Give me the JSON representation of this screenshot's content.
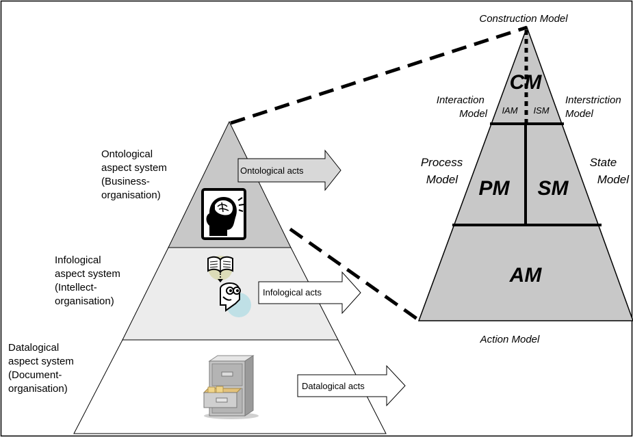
{
  "left_pyramid": {
    "ontological": {
      "lines": [
        "Ontological",
        "aspect system",
        "(Business-",
        "organisation)"
      ],
      "act": "Ontological acts",
      "fill": "#c8c8c8",
      "icon": "brain-head-icon"
    },
    "infological": {
      "lines": [
        "Infological",
        "aspect system",
        "(Intellect-",
        "organisation)"
      ],
      "act": "Infological acts",
      "fill": "#ececec",
      "icon": "book-thinker-icon"
    },
    "datalogical": {
      "lines": [
        "Datalogical",
        "aspect system",
        "(Document-",
        "organisation)"
      ],
      "act": "Datalogical acts",
      "fill": "#ffffff",
      "icon": "filing-cabinet-icon"
    }
  },
  "right_pyramid": {
    "fill": "#c8c8c8",
    "top_label": "Construction Model",
    "bottom_label": "Action Model",
    "cm": "CM",
    "iam": "IAM",
    "ism": "ISM",
    "interaction_model": [
      "Interaction",
      "Model"
    ],
    "interstriction_model": [
      "Interstriction",
      "Model"
    ],
    "process_model": [
      "Process",
      "Model"
    ],
    "state_model": [
      "State",
      "Model"
    ],
    "pm": "PM",
    "sm": "SM",
    "am": "AM"
  }
}
